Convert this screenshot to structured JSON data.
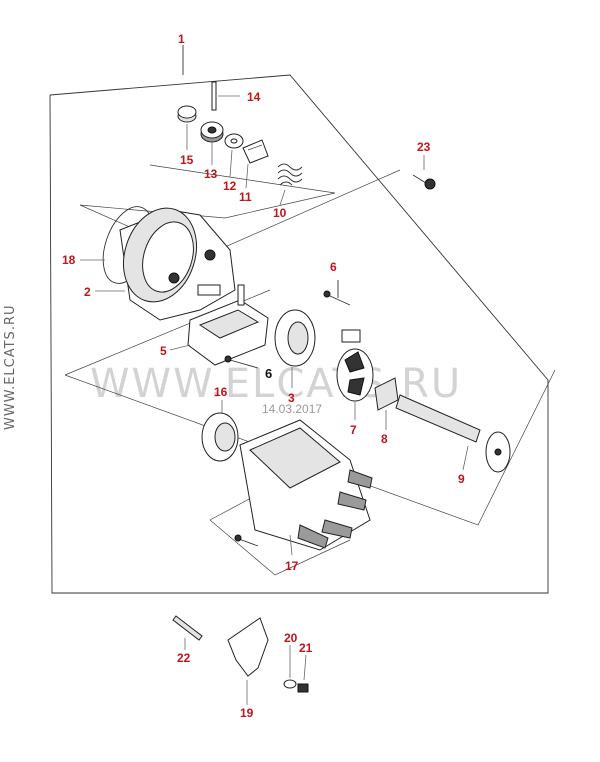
{
  "watermark": {
    "center_text": "WWW.ELCATS.RU",
    "date_text": "14.03.2017",
    "side_text": "WWW.ELCATS.RU"
  },
  "callouts": {
    "c1": "1",
    "c2": "2",
    "c3": "3",
    "c5": "5",
    "c6a": "6",
    "c6b": "6",
    "c7": "7",
    "c8": "8",
    "c9": "9",
    "c10": "10",
    "c11": "11",
    "c12": "12",
    "c13": "13",
    "c14": "14",
    "c15": "15",
    "c16": "16",
    "c17": "17",
    "c18": "18",
    "c19": "19",
    "c20": "20",
    "c21": "21",
    "c22": "22",
    "c23": "23"
  },
  "colors": {
    "callout": "#c0151b",
    "line": "#333333",
    "watermark": "#d3d3d3"
  }
}
